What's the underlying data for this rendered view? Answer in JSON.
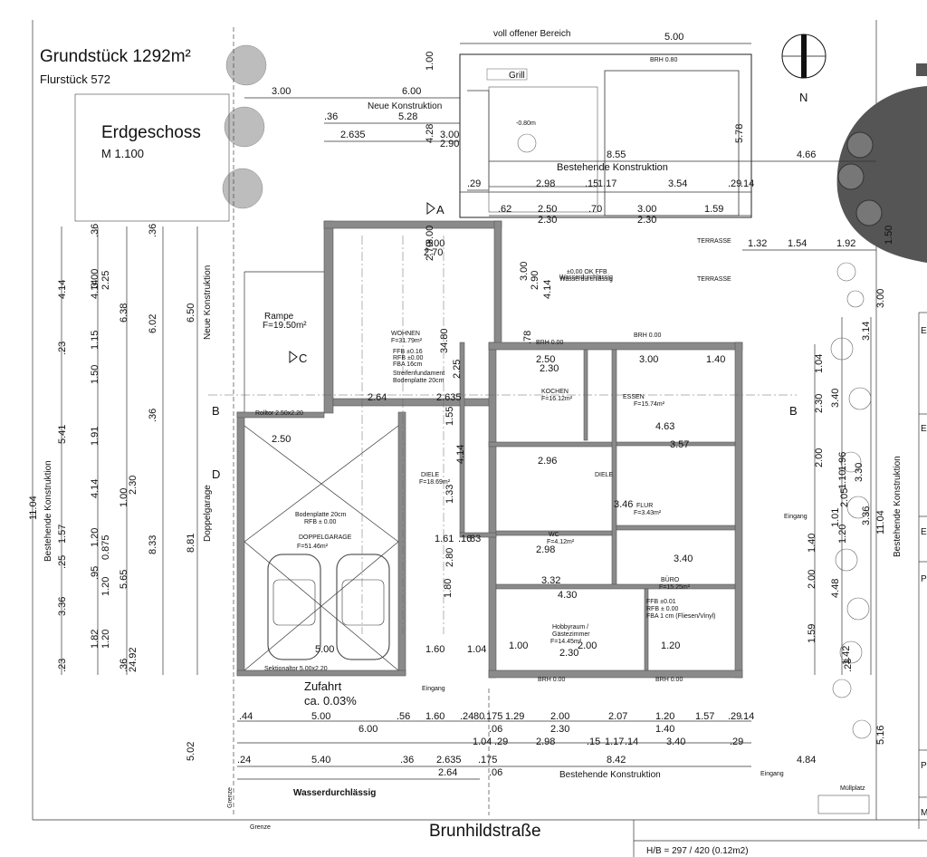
{
  "title": {
    "plot": "Grundstück  1292m²",
    "parcel": "Flurstück 572",
    "floor": "Erdgeschoss",
    "scale": "M 1.100"
  },
  "street": "Brunhildstraße",
  "sheet_format": "H/B = 297 / 420 (0.12m2)",
  "north": "N",
  "labels": {
    "open_area": "voll offener Bereich",
    "new_construction": "Neue  Konstruktion",
    "new_construction_v": "Neue  Konstruktion",
    "existing": "Bestehende Konstruktion",
    "existing_left": "Bestehende Konstruktion",
    "existing_right": "Bestehende Konstruktion",
    "existing_bottom": "Bestehende Konstruktion",
    "permeable_top": "Wasserdurchlässig",
    "permeable_bottom": "Wasserdurchlässig",
    "grill": "Grill",
    "ramp": "Rampe",
    "ramp_area": "F=19.50m²",
    "double_garage_v": "Doppelgarage",
    "driveway": "Zufahrt",
    "driveway_slope": "ca. 0.03%",
    "entrance_bottom": "Eingang",
    "entrance_right": "Eingang",
    "entrance_street": "Eingang",
    "waste": "Müllplatz",
    "boundary": "Grenze",
    "roll_door": "Rolltor 2.50x2.20",
    "sectional_door": "Sektionaltor 5.00x2.20",
    "base_plate": "Bodenplatte 20cm",
    "rfb": "RFB ± 0.00",
    "strip_foundation": "Streifenfundament",
    "strip_base": "Bodenplatte 20cm",
    "ffb_level": "±0,00 OK FFB",
    "ffb_permeable": "Wasserdurchlässig",
    "terrace1": "TERRASSE",
    "terrace2": "TERRASSE",
    "wohnen_f1": "FFB ±0.16",
    "wohnen_f2": "RFB ±0.00",
    "wohnen_f3": "FBA 16cm",
    "buero_f1": "FFB ±0.01",
    "buero_f2": "RFB ± 0.00",
    "buero_f3": "FBA 1 cm (Fliesen/Vinyl)",
    "brh_top": "BRH 0.80",
    "brh_kitchen": "BRH 0.00",
    "brh_hall": "BRH 0.00",
    "brh_bottom1": "BRH 0.00",
    "brh_bottom2": "BRH 0.00",
    "cut_a": "A",
    "cut_b_left": "B",
    "cut_b_right": "B",
    "cut_c": "C",
    "cut_d": "D",
    "pool_level": "-0.80m"
  },
  "rooms": {
    "wohnen": {
      "name": "WOHNEN",
      "area": "F=31.79m²"
    },
    "kochen": {
      "name": "KOCHEN",
      "area": "F=16.12m²"
    },
    "essen": {
      "name": "ESSEN",
      "area": "F=15.74m²"
    },
    "diele1": {
      "name": "DIELE",
      "area": "F=18.69m²"
    },
    "diele2": {
      "name": "DIELE"
    },
    "flur": {
      "name": "FLUR",
      "area": "F=3.43m²"
    },
    "wc": {
      "name": "WC",
      "area": "F=4.12m²"
    },
    "buero": {
      "name": "BÜRO",
      "area": "F=15.25m²"
    },
    "hobby": {
      "name": "Hobbyraum /",
      "name2": "Gästezimmer",
      "area": "F=14.45m²"
    },
    "garage": {
      "name": "DOPPELGARAGE",
      "area": "F=51.46m²"
    }
  },
  "dims_h": [
    {
      "t": "5.00"
    },
    {
      "t": "3.00"
    },
    {
      "t": "6.00"
    },
    {
      "t": "5.28"
    },
    {
      "t": ".36"
    },
    {
      "t": "2.635"
    },
    {
      "t": "3.00"
    },
    {
      "t": "2.90"
    },
    {
      "t": "8.55"
    },
    {
      "t": "4.66"
    },
    {
      "t": ".29"
    },
    {
      "t": "2.98"
    },
    {
      "t": ".15"
    },
    {
      "t": "1.17"
    },
    {
      "t": "3.54"
    },
    {
      "t": ".29"
    },
    {
      "t": ".14"
    },
    {
      "t": ".62"
    },
    {
      "t": "2.50"
    },
    {
      "t": ".70"
    },
    {
      "t": "3.00"
    },
    {
      "t": "1.59"
    },
    {
      "t": "2.30"
    },
    {
      "t": "2.30"
    },
    {
      "t": "1.32"
    },
    {
      "t": "1.54"
    },
    {
      "t": "1.92"
    },
    {
      "t": "3.00"
    },
    {
      "t": "2.70"
    },
    {
      "t": "2.50"
    },
    {
      "t": "2.30"
    },
    {
      "t": "3.00"
    },
    {
      "t": "1.40"
    },
    {
      "t": "2.64"
    },
    {
      "t": "2.635"
    },
    {
      "t": "4.63"
    },
    {
      "t": "3.57"
    },
    {
      "t": "2.50"
    },
    {
      "t": "2.96"
    },
    {
      "t": "3.46"
    },
    {
      "t": "1.61"
    },
    {
      "t": ".16"
    },
    {
      "t": ".83"
    },
    {
      "t": "2.98"
    },
    {
      "t": "3.40"
    },
    {
      "t": "3.32"
    },
    {
      "t": "4.30"
    },
    {
      "t": "5.00"
    },
    {
      "t": "1.60"
    },
    {
      "t": "1.04"
    },
    {
      "t": "1.00"
    },
    {
      "t": "2.00"
    },
    {
      "t": "2.30"
    },
    {
      "t": "1.20"
    },
    {
      "t": ".44"
    },
    {
      "t": "5.00"
    },
    {
      "t": ".56"
    },
    {
      "t": "1.60"
    },
    {
      "t": ".24"
    },
    {
      "t": ".80"
    },
    {
      "t": ".175"
    },
    {
      "t": "1.29"
    },
    {
      "t": "2.00"
    },
    {
      "t": "2.07"
    },
    {
      "t": "1.20"
    },
    {
      "t": "1.57"
    },
    {
      "t": ".29"
    },
    {
      "t": ".14"
    },
    {
      "t": "6.00"
    },
    {
      "t": "2.30"
    },
    {
      "t": "1.40"
    },
    {
      "t": ".06"
    },
    {
      "t": "1.04"
    },
    {
      "t": ".29"
    },
    {
      "t": "2.98"
    },
    {
      "t": ".15"
    },
    {
      "t": "1.17"
    },
    {
      "t": ".14"
    },
    {
      "t": "3.40"
    },
    {
      "t": ".29"
    },
    {
      "t": ".24"
    },
    {
      "t": "5.40"
    },
    {
      "t": ".36"
    },
    {
      "t": "2.635"
    },
    {
      "t": ".175"
    },
    {
      "t": "8.42"
    },
    {
      "t": "4.84"
    },
    {
      "t": "2.64"
    },
    {
      "t": ".06"
    }
  ],
  "dims_v": [
    {
      "t": "1.00"
    },
    {
      "t": "4.28"
    },
    {
      "t": "5.78"
    },
    {
      "t": "1.50"
    },
    {
      "t": "3.00"
    },
    {
      "t": ".36"
    },
    {
      "t": "4.14"
    },
    {
      "t": "4.14"
    },
    {
      "t": "2.25"
    },
    {
      "t": "3.00"
    },
    {
      "t": ".36"
    },
    {
      "t": "6.38"
    },
    {
      "t": "6.02"
    },
    {
      "t": "6.50"
    },
    {
      "t": ".23"
    },
    {
      "t": "1.15"
    },
    {
      "t": "1.50"
    },
    {
      "t": ".36"
    },
    {
      "t": "5.41"
    },
    {
      "t": "1.91"
    },
    {
      "t": "4.14"
    },
    {
      "t": "1.00"
    },
    {
      "t": "2.30"
    },
    {
      "t": "11.04"
    },
    {
      "t": "1.57"
    },
    {
      "t": "1.20"
    },
    {
      "t": "0.875"
    },
    {
      "t": ".25"
    },
    {
      "t": ".95"
    },
    {
      "t": "1.20"
    },
    {
      "t": "5.65"
    },
    {
      "t": "8.33"
    },
    {
      "t": "8.81"
    },
    {
      "t": "3.36"
    },
    {
      "t": "1.82"
    },
    {
      "t": "1.20"
    },
    {
      "t": ".23"
    },
    {
      "t": ".36"
    },
    {
      "t": "24.92"
    },
    {
      "t": "5.02"
    },
    {
      "t": "3.00"
    },
    {
      "t": "2.70"
    },
    {
      "t": "3.00"
    },
    {
      "t": "2.90"
    },
    {
      "t": "4.14"
    },
    {
      "t": ".78"
    },
    {
      "t": "34.80"
    },
    {
      "t": "2.25"
    },
    {
      "t": "1.55"
    },
    {
      "t": "4.14"
    },
    {
      "t": "1.33"
    },
    {
      "t": "2.80"
    },
    {
      "t": "1.80"
    },
    {
      "t": "1.04"
    },
    {
      "t": "2.30"
    },
    {
      "t": "3.40"
    },
    {
      "t": "2.00"
    },
    {
      "t": "1.96"
    },
    {
      "t": "1.10"
    },
    {
      "t": "3.30"
    },
    {
      "t": "2.05"
    },
    {
      "t": "1.01"
    },
    {
      "t": "1.20"
    },
    {
      "t": "1.40"
    },
    {
      "t": "2.00"
    },
    {
      "t": "4.48"
    },
    {
      "t": "1.59"
    },
    {
      "t": "1.42"
    },
    {
      "t": "3.36"
    },
    {
      "t": "11.04"
    },
    {
      "t": "5.16"
    },
    {
      "t": "3.14"
    },
    {
      "t": ".23"
    }
  ],
  "legend_letters": [
    "E",
    "E",
    "E",
    "P",
    "P",
    "M"
  ]
}
